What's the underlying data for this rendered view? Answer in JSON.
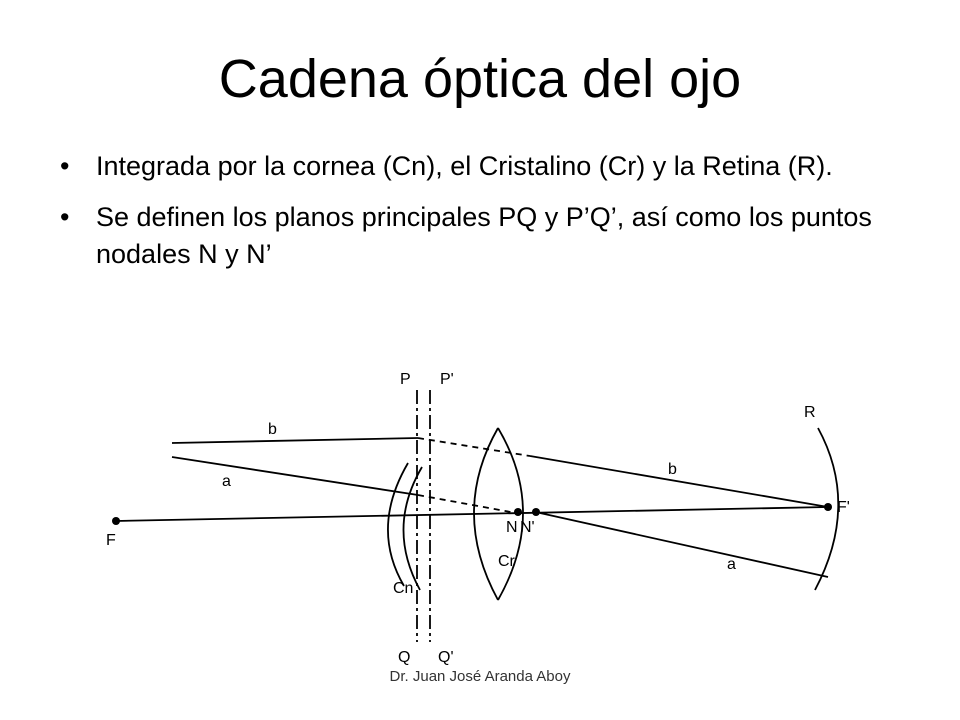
{
  "slide": {
    "title": "Cadena óptica del ojo",
    "bullets": [
      "Integrada por la cornea (Cn), el Cristalino (Cr) y la Retina (R).",
      "Se definen los planos principales PQ y P’Q’, así como los puntos nodales N y N’"
    ],
    "bullet_glyph": "•",
    "footer": "Dr. Juan José Aranda Aboy"
  },
  "diagram": {
    "labels": {
      "P": "P",
      "P_prime": "P'",
      "Q": "Q",
      "Q_prime": "Q'",
      "R": "R",
      "F": "F",
      "F_prime": "F'",
      "N": "N",
      "N_prime": "N'",
      "Cn": "Cn",
      "Cr": "Cr",
      "ray_b_left": "b",
      "ray_b_right": "b",
      "ray_a_left": "a",
      "ray_a_right": "a"
    },
    "line_color": "#000000"
  }
}
